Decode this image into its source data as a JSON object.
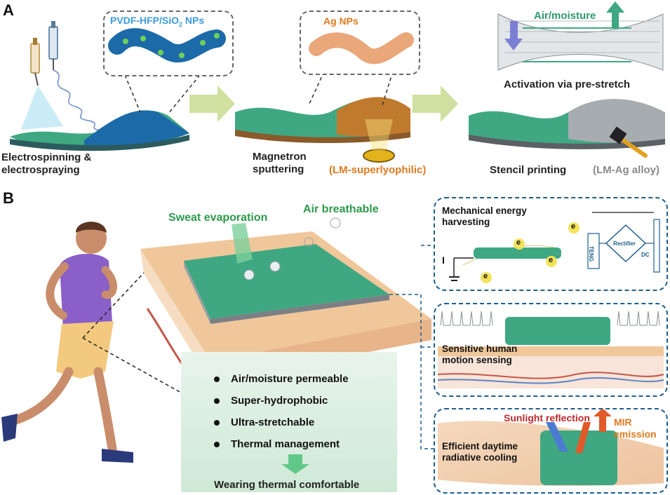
{
  "panel_a": {
    "letter": "A",
    "step1": {
      "callout": "PVDF-HFP/SiO",
      "callout_sub": "2",
      "callout_tail": " NPs",
      "label_line1": "Electrospinning &",
      "label_line2": "electrospraying"
    },
    "step2": {
      "callout": "Ag NPs",
      "label_line1": "Magnetron",
      "label_line2": "sputtering",
      "tag": "(LM-superlyophilic)"
    },
    "step3": {
      "top_label": "Air/moisture",
      "activation": "Activation via pre-stretch",
      "label": "Stencil printing",
      "tag": "(LM-Ag alloy)"
    }
  },
  "panel_b": {
    "letter": "B",
    "sweat": "Sweat evaporation",
    "air": "Air breathable",
    "properties": [
      "Air/moisture permeable",
      "Super-hydrophobic",
      "Ultra-stretchable",
      "Thermal management"
    ],
    "comfort": "Wearing thermal comfortable",
    "box1": {
      "title_line1": "Mechanical energy",
      "title_line2": "harvesting",
      "teng": "TENG",
      "rectifier": "Rectifier",
      "dc": "DC",
      "current": "I",
      "electron": "e"
    },
    "box2": {
      "title_line1": "Sensitive human",
      "title_line2": "motion sensing"
    },
    "box3": {
      "title_line1": "Efficient daytime",
      "title_line2": "radiative cooling",
      "sunlight": "Sunlight reflection",
      "mir_line1": "MIR",
      "mir_line2": "emission"
    }
  },
  "colors": {
    "fiber_green": "#3fa882",
    "fiber_blue": "#1c6aa8",
    "silver": "#9aa0a6",
    "orange_label": "#e07a1f",
    "blue_label": "#3b9ae1",
    "green_label": "#2e9a4c",
    "red_label": "#c0282d",
    "gray_label": "#8a8a8a",
    "box_blue": "#1f5d8c"
  }
}
